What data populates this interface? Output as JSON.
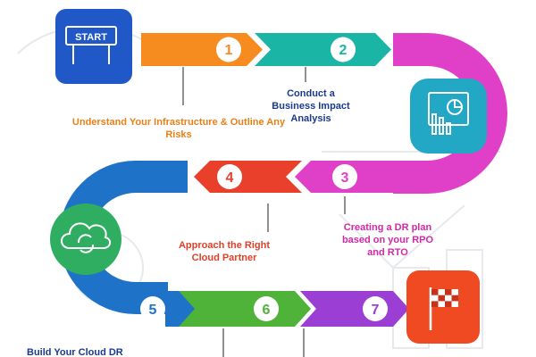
{
  "start_label": "START",
  "steps": [
    {
      "number": "1",
      "label": "Understand Your Infrastructure & Outline Any Risks"
    },
    {
      "number": "2",
      "label": "Conduct a Business Impact Analysis"
    },
    {
      "number": "3",
      "label": "Creating a DR plan based on your RPO and RTO"
    },
    {
      "number": "4",
      "label": "Approach the Right Cloud Partner"
    },
    {
      "number": "5",
      "label": "Build Your Cloud DR"
    },
    {
      "number": "6",
      "label": ""
    },
    {
      "number": "7",
      "label": ""
    }
  ],
  "colors": {
    "step1": "#f68b1f",
    "step2": "#1bb5a6",
    "step3": "#e040c8",
    "step4": "#e8402a",
    "step5": "#1e72c8",
    "step6": "#4fb33a",
    "step7": "#9b3fd4",
    "start_tile": "#2059c7",
    "chart_tile": "#22a7c4",
    "cloud_tile": "#2fae62",
    "flag_tile": "#f04a23",
    "label1": "#e8801a",
    "label2": "#1a3a8c",
    "label3": "#d12aa6",
    "label4": "#e0402a",
    "label5": "#1a3a8c"
  },
  "icons": [
    "start-sign-icon",
    "chart-report-icon",
    "cloud-sync-icon",
    "checkered-flag-icon"
  ]
}
